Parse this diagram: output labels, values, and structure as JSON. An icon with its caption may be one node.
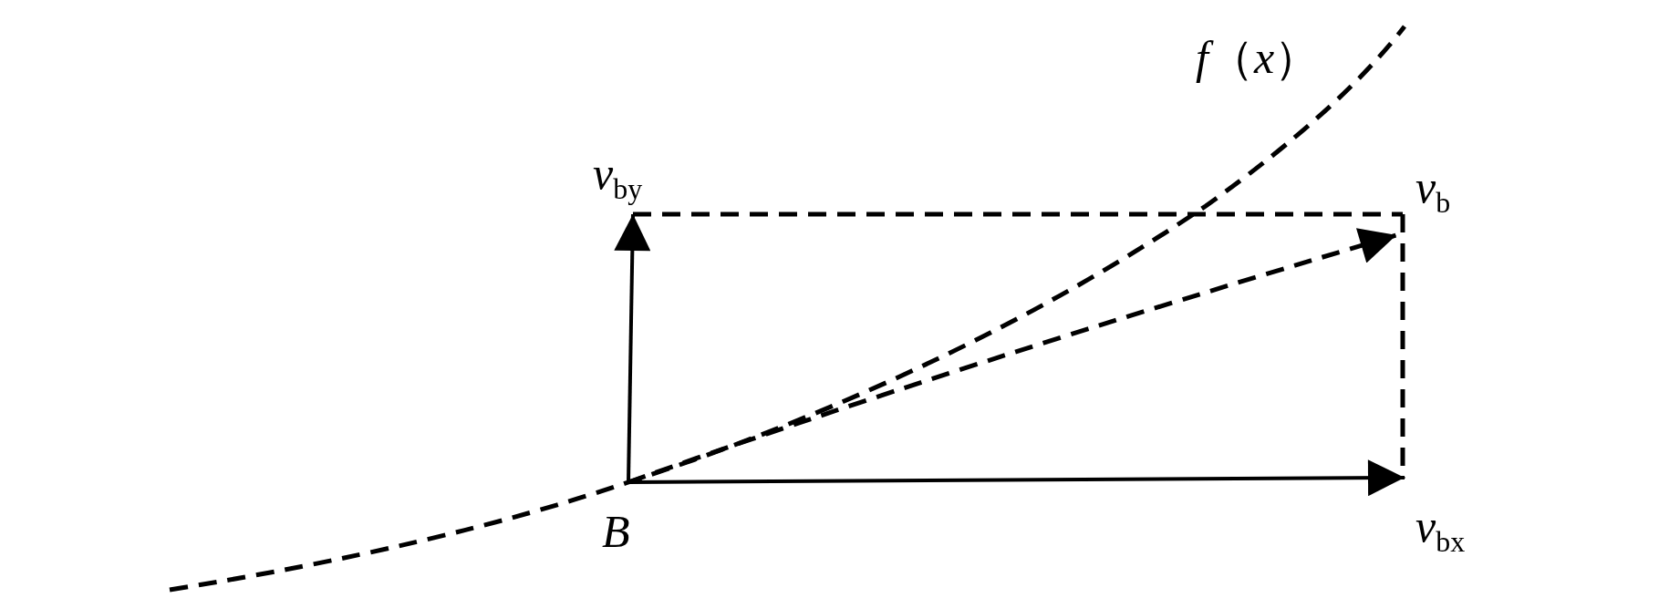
{
  "diagram": {
    "labels": [
      "*f*（*x*）",
      "*v*$_{by}$",
      "*v*$_{b}$",
      "*v*$_{bx}$",
      "B"
    ]
  }
}
